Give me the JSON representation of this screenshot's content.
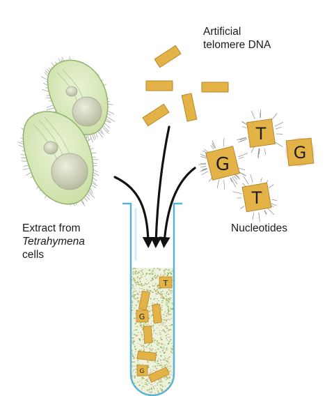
{
  "labels": {
    "dna_line1": "Artificial",
    "dna_line2": "telomere DNA",
    "extract_line1": "Extract from",
    "extract_line2": "Tetrahymena",
    "extract_line3": "cells",
    "nucleotides": "Nucleotides"
  },
  "nucleotides": {
    "free": [
      "T",
      "G",
      "G",
      "T"
    ],
    "in_tube": [
      "T",
      "G",
      "G"
    ]
  },
  "colors": {
    "dna_fragment": "#e4b347",
    "dna_outline": "#b7862a",
    "cell_fill": "#dcebbf",
    "cell_outline": "#8fb46a",
    "nucleus": "#c9cdb5",
    "tube_outline": "#5ab3d6",
    "extract_fill": "#eef2dd",
    "arrow": "#111111"
  }
}
